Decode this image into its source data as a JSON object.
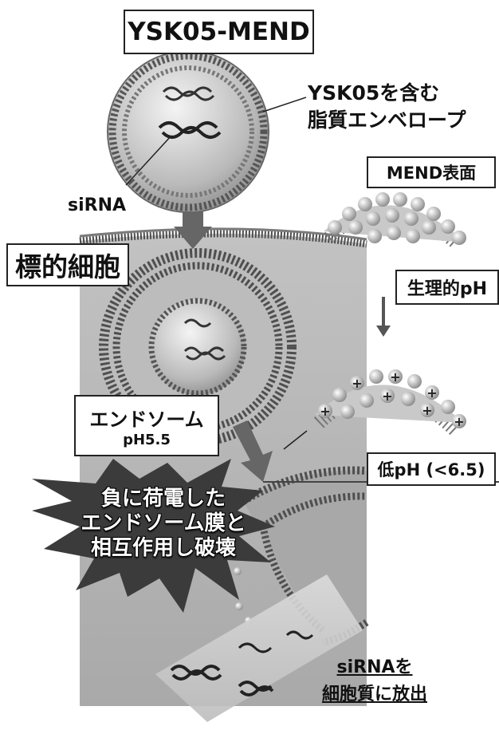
{
  "title": "YSK05-MEND",
  "envelope_label": [
    "YSK05を含む",
    "脂質エンベロープ"
  ],
  "sirna_label": "siRNA",
  "target_cell_label": "標的細胞",
  "mend_surface_label": "MEND表面",
  "physiological_ph_label": "生理的pH",
  "low_ph_label": "低pH (<6.5)",
  "endosome": {
    "name": "エンドソーム",
    "ph": "pH5.5"
  },
  "burst_text": [
    "負に荷電した",
    "エンドソーム膜と",
    "相互作用し破壊"
  ],
  "release_label": [
    "siRNAを",
    "細胞質に放出"
  ],
  "colors": {
    "cell": "#b6b6b6",
    "membrane": "#5a5a5a",
    "arrow": "#666666",
    "burst": "#3a3a3a"
  },
  "icons": [
    "lipid-bilayer",
    "sirna-helix",
    "positive-charge",
    "down-arrow"
  ]
}
